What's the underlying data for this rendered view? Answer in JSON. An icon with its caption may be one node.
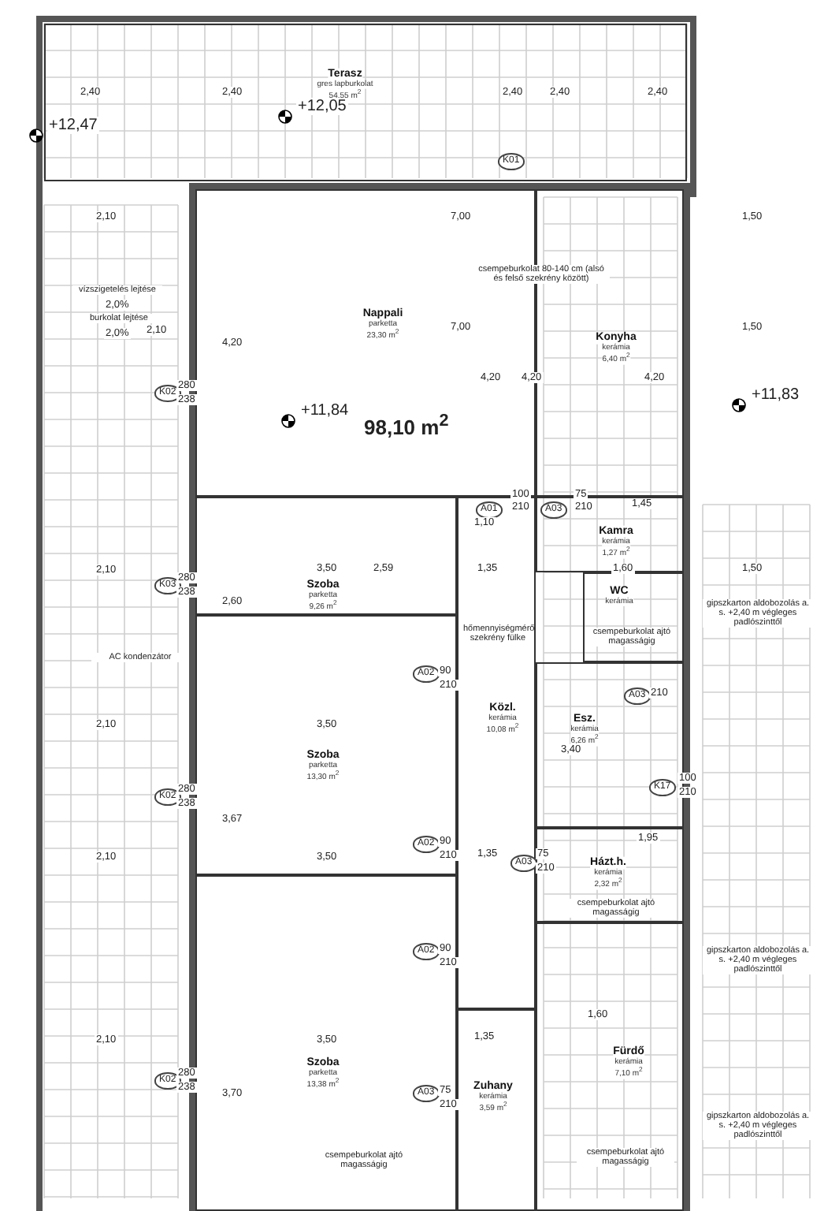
{
  "diagram": {
    "nodes": [
      {
        "text": [
          "Terasz",
          "gres lapburkolat",
          "54,55 m$^{2}$"
        ]
      },
      {
        "text": [
          "Nappali",
          "parketta",
          "23,30 m$^{2}$"
        ]
      },
      {
        "text": [
          "Konyha",
          "kerámia",
          "6,40 m$^{2}$"
        ]
      },
      {
        "text": [
          "Szoba",
          "parketta",
          "9,26 m$^{2}$"
        ]
      },
      {
        "text": [
          "Kamra",
          "kerámia",
          "1,27 m$^{2}$"
        ]
      },
      {
        "text": [
          "WC",
          "kerámia"
        ]
      },
      {
        "text": [
          "Közl.",
          "kerámia",
          "10,08 m$^{2}$"
        ]
      },
      {
        "text": [
          "Esz.",
          "kerámia",
          "6,26 m$^{2}$"
        ]
      },
      {
        "text": [
          "Szoba",
          "parketta",
          "13,30 m$^{2}$"
        ]
      },
      {
        "text": [
          "Házt.h.",
          "kerámia",
          "2,32 m$^{2}$"
        ]
      },
      {
        "text": [
          "Fürdő",
          "kerámia",
          "7,10 m$^{2}$"
        ]
      },
      {
        "text": [
          "Szoba",
          "parketta",
          "13,38 m$^{2}$"
        ]
      },
      {
        "text": [
          "Zuhany",
          "kerámia",
          "3,59 m$^{2}$"
        ]
      }
    ],
    "labels": [
      "2,40",
      "2,40",
      "2,40",
      "2,40",
      "2,40",
      "+12,05",
      "+12,47",
      "K01",
      "2,10",
      "7,00",
      "1,50",
      "csempeburkolat 80-140 cm (alsó és felső szekrény között)",
      "vízszigetelés lejtése",
      "2,0%",
      "burkolat lejtése",
      "2,0%",
      "2,10",
      "7,00",
      "1,50",
      "4,20",
      "4,20",
      "4,20",
      "4,20",
      "K02",
      "280",
      "238",
      "+11,84",
      "+11,83",
      "98,10 m$^{2}$",
      "A01",
      "100",
      "210",
      "A03",
      "75",
      "210",
      "1,10",
      "1,45",
      "2,10",
      "3,50",
      "2,59",
      "1,35",
      "1,60",
      "1,50",
      "K03",
      "280",
      "238",
      "2,60",
      "gipszkarton aldobozolás a. s. +2,40 m végleges padlószinttől",
      "A02",
      "90",
      "210",
      "hőmennyiségmérő szekrény fülke",
      "csempeburkolat ajtó magasságig",
      "AC kondenzátor",
      "2,10",
      "3,50",
      "A03",
      "210",
      "3,40",
      "K02",
      "280",
      "238",
      "K17",
      "100",
      "210",
      "3,67",
      "2,10",
      "3,50",
      "A02",
      "90",
      "210",
      "1,35",
      "A03",
      "75",
      "210",
      "1,95",
      "csempeburkolat ajtó magasságig",
      "gipszkarton aldobozolás a. s. +2,40 m végleges padlószinttől",
      "A02",
      "90",
      "210",
      "2,10",
      "3,50",
      "1,35",
      "1,60",
      "K02",
      "280",
      "238",
      "3,70",
      "A03",
      "75",
      "210",
      "gipszkarton aldobozolás a. s. +2,40 m végleges padlószinttől",
      "csempeburkolat ajtó magasságig",
      "csempeburkolat ajtó magasságig"
    ]
  }
}
